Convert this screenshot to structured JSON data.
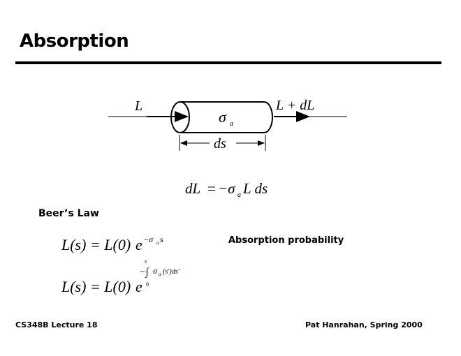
{
  "slide": {
    "title": "Absorption",
    "section_heading": "Beer’s Law",
    "side_label": "Absorption probability",
    "footer_left": "CS348B Lecture 18",
    "footer_right": "Pat Hanrahan, Spring 2000"
  },
  "diagram": {
    "incoming_label": "L",
    "outgoing_label": "L + dL",
    "medium_symbol": "σ",
    "medium_subscript": "a",
    "length_label": "ds"
  },
  "equations": {
    "differential": {
      "lhs": "dL",
      "eq": "=",
      "rhs_pre": "−σ",
      "sub": "a",
      "rhs_post": "L ds"
    },
    "beer_constant": {
      "lhs": "L(s) = L(0)",
      "base": "e",
      "exponent": "−σ",
      "exp_sub": "a",
      "exp_post": "s"
    },
    "beer_general": {
      "lhs": "L(s) = L(0)",
      "base": "e",
      "exp_pre": "−∫",
      "upper": "s",
      "lower": "0",
      "integrand": "σ",
      "int_sub": "a",
      "int_post": "(s′)ds′"
    }
  }
}
